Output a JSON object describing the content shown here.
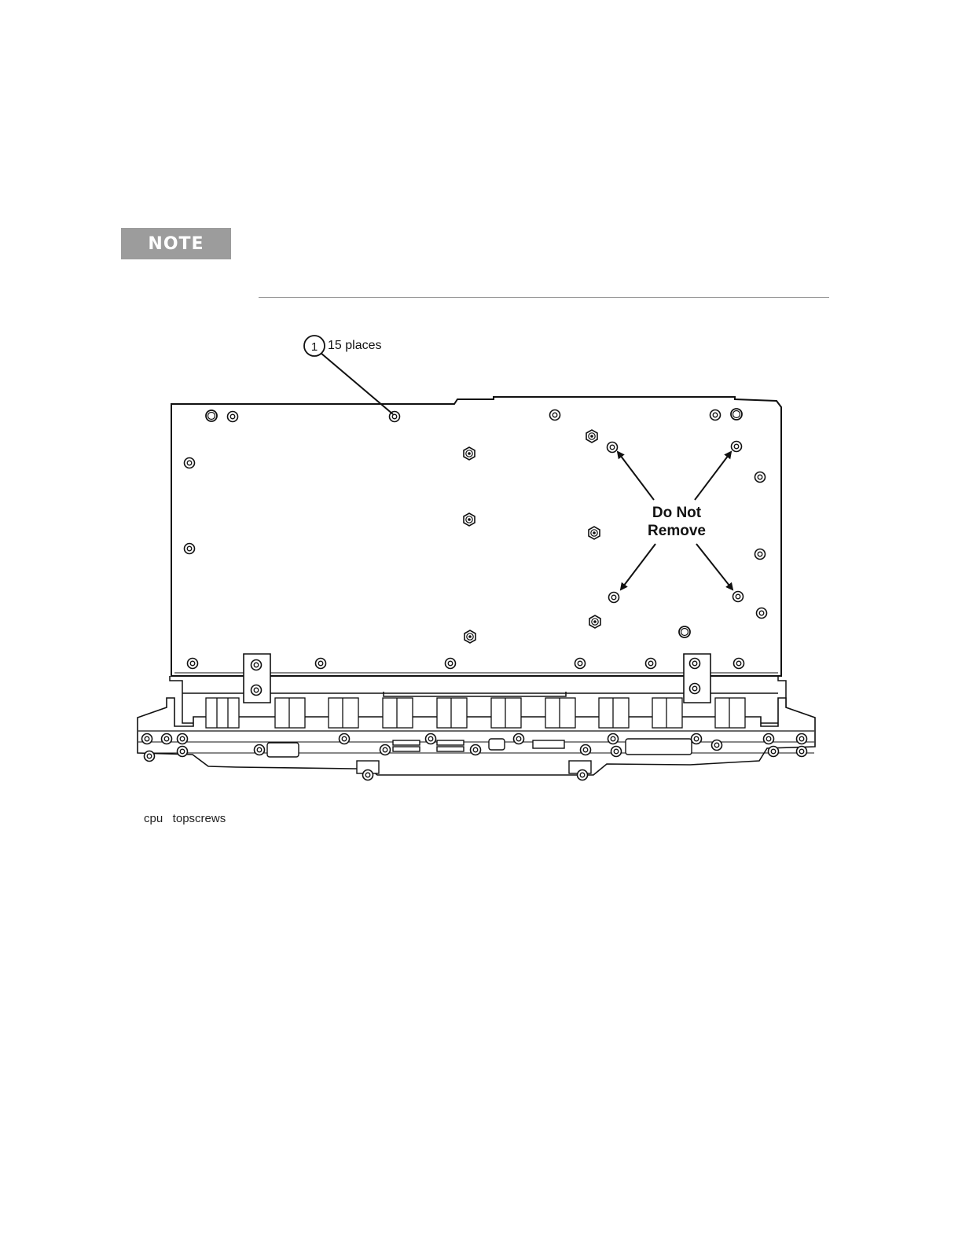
{
  "note": {
    "label": "NOTE"
  },
  "figure": {
    "callout_number": "1",
    "callout_text": "15 places",
    "warning_line1": "Do Not",
    "warning_line2": "Remove",
    "caption": "cpu   topscrews"
  },
  "icons": [
    "screw-icon",
    "standoff-nut-icon",
    "arrow-icon"
  ]
}
